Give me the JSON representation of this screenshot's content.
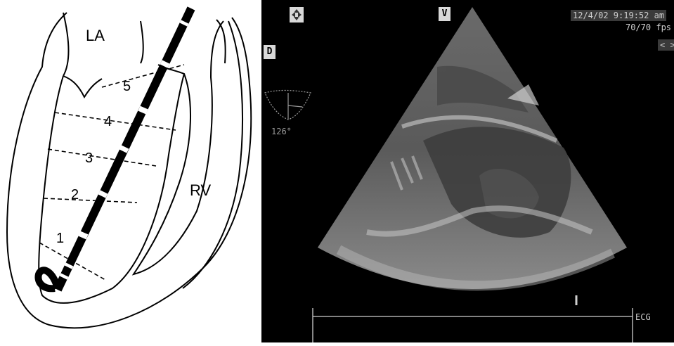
{
  "diagram": {
    "chambers": {
      "left_atrium": "LA",
      "right_ventricle": "RV"
    },
    "segments": [
      "1",
      "2",
      "3",
      "4",
      "5"
    ]
  },
  "echo": {
    "timestamp": "12/4/02 9:19:52 am",
    "frame_counter": "70/70 fps",
    "nav_arrows": "< >",
    "probe_angle": "126°",
    "ecg_label": "ECG",
    "top_marker": "V",
    "side_marker": "D",
    "colors": {
      "background": "#000000",
      "overlay_text": "#cfcfcf"
    }
  }
}
